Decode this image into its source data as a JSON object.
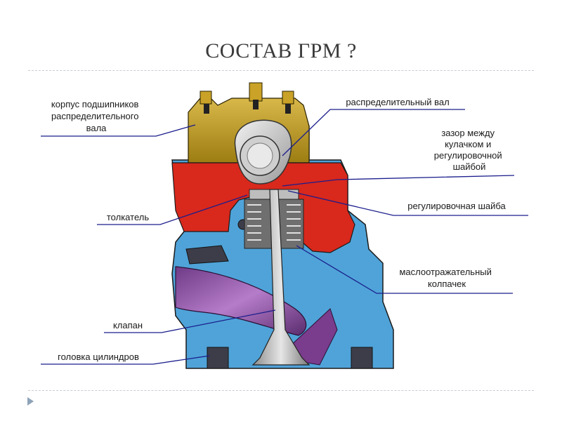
{
  "slide": {
    "title": "СОСТАВ ГРМ ?"
  },
  "labels": {
    "bearing_housing": [
      "корпус подшипников",
      "распределительного",
      "вала"
    ],
    "camshaft": "распределительный вал",
    "clearance": [
      "зазор между",
      "кулачком и",
      "регулировочной",
      "шайбой"
    ],
    "adjusting_washer": "регулировочная шайба",
    "tappet": "толкатель",
    "oil_cap": [
      "маслоотражательный",
      "колпачек"
    ],
    "valve": "клапан",
    "cylinder_head": "головка цилиндров"
  },
  "colors": {
    "head_body": "#4fa3d8",
    "bearing_housing": "#c9a227",
    "red_section": "#d9281c",
    "port": "#7a3c8c",
    "leader_line": "#1b1e8c"
  }
}
